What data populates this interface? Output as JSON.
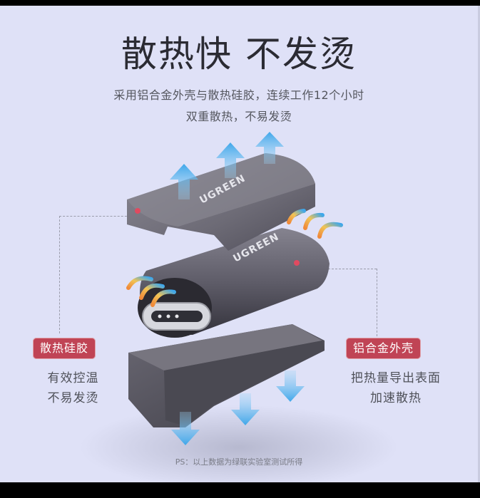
{
  "header": {
    "title": "散热快 不发烫",
    "subtitle_line1": "采用铝合金外壳与散热硅胶，连续工作12个小时",
    "subtitle_line2": "双重散热，不易发烫"
  },
  "product": {
    "brand_label_top": "UGREEN",
    "brand_label_middle": "UGREEN",
    "image_description": "Exploded view of a USB-C adapter: top aluminum shell, middle body with USB-C plug, bottom shell, with blue heat-flow arrows"
  },
  "callouts": {
    "left": {
      "badge": "散热硅胶",
      "desc_line1": "有效控温",
      "desc_line2": "不易发烫"
    },
    "right": {
      "badge": "铝合金外壳",
      "desc_line1": "把热量导出表面",
      "desc_line2": "加速散热"
    }
  },
  "footnote": "PS：以上数据为绿联实验室测试所得",
  "colors": {
    "background": "#dfe1f7",
    "badge": "#c04455",
    "title": "#2b2b33",
    "arrow_blue": "#4aaee8",
    "shell_gray": "#6b6a75"
  }
}
